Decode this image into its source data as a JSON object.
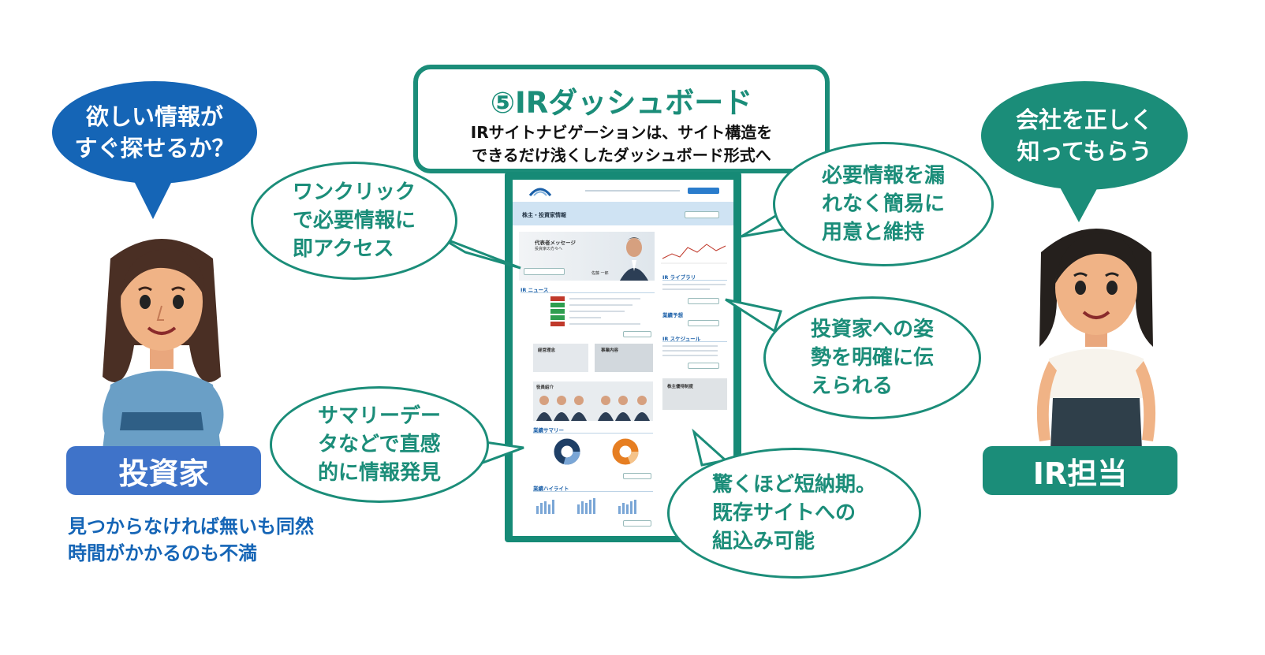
{
  "investor": {
    "bubble": "欲しい情報が\nすぐ探せるか？",
    "label": "投資家",
    "note": "見つからなければ無いも同然\n時間がかかるのも不満"
  },
  "ir": {
    "bubble": "会社を正しく\n知ってもらう",
    "label": "IR担当"
  },
  "title": {
    "main": "⑤IRダッシュボード",
    "sub": "IRサイトナビゲーションは、サイト構造を\nできるだけ浅くしたダッシュボード形式へ"
  },
  "bubbles": {
    "one_click": "ワンクリック\nで必要情報に\n即アクセス",
    "summary": "サマリーデー\nタなどで直感\n的に情報発見",
    "complete": "必要情報を漏\nれなく簡易に\n用意と維持",
    "stance": "投資家への姿\n勢を明確に伝\nえられる",
    "delivery": "驚くほど短納期。\n既存サイトへの\n組込み可能"
  },
  "dashboard": {
    "header_title": "株主・投資家情報",
    "message_title": "代表者メッセージ",
    "message_sub": "投資家の方々へ",
    "ceo_name": "佐藤 一郎",
    "news_title": "IR ニュース",
    "library_title": "IR ライブラリ",
    "forecast_title": "業績予想",
    "schedule_title": "IR スケジュール",
    "benefit_title": "株主優待制度",
    "policy_title": "経営理念",
    "business_title": "事業内容",
    "officers_title": "役員紹介",
    "summary_title": "業績サマリー",
    "highlight_title": "業績ハイライト"
  },
  "colors": {
    "green": "#1b8d79",
    "blue": "#1565b6",
    "label_blue": "#3f73c9"
  }
}
